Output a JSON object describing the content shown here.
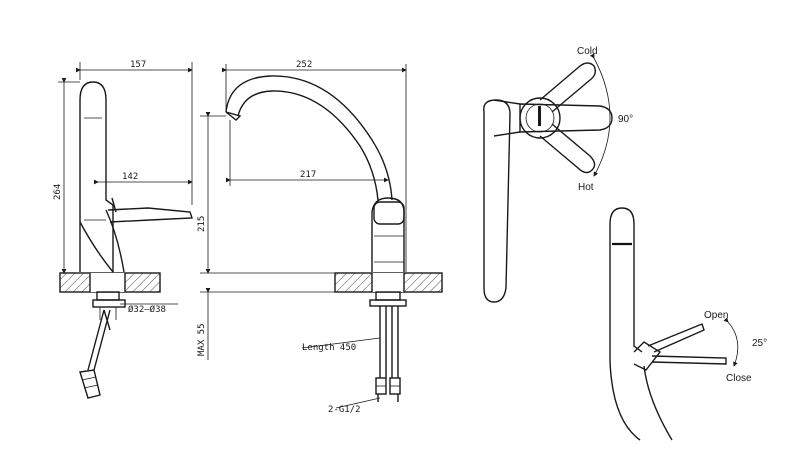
{
  "dimensions": {
    "width_157": "157",
    "width_142": "142",
    "height_264": "264",
    "hole_diameter": "Ø32–Ø38",
    "spout_reach_252": "252",
    "spout_reach_217": "217",
    "spout_height_215": "215",
    "max_thickness": "MAX 55",
    "hose_length": "Length 450",
    "connection": "2-G1/2"
  },
  "labels": {
    "cold": "Cold",
    "hot": "Hot",
    "rotation_angle": "90°",
    "open": "Open",
    "close": "Close",
    "lever_angle": "25°"
  }
}
